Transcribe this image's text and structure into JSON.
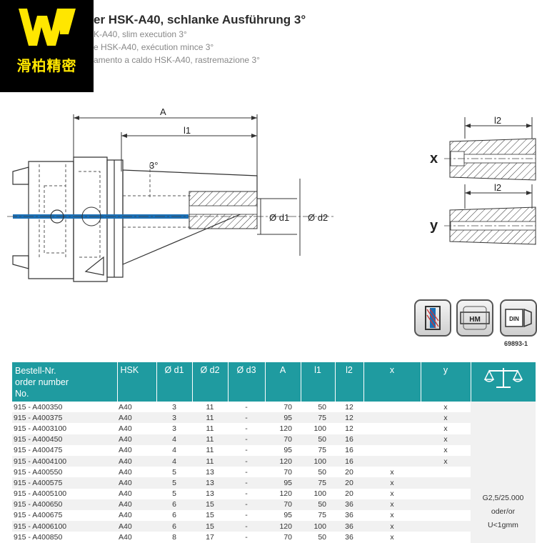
{
  "logo": {
    "text": "滑柏精密"
  },
  "header": {
    "title": "er HSK-A40, schlanke Ausführung 3°",
    "subtitles": [
      "K-A40, slim execution 3°",
      "e HSK-A40, exécution mince 3°",
      "amento a caldo HSK-A40, rastremazione 3°"
    ]
  },
  "drawing": {
    "labels": {
      "A": "A",
      "l1": "l1",
      "angle": "3°",
      "d1": "Ø d1",
      "d2": "Ø d2",
      "l2_x": "l2",
      "l2_y": "l2",
      "x": "x",
      "y": "y"
    }
  },
  "icons": [
    {
      "name": "shrink-fit-icon"
    },
    {
      "name": "hm-carbide-icon",
      "label": "HM"
    },
    {
      "name": "din-standard-icon",
      "label": "DIN"
    }
  ],
  "icon_code": "69893-1",
  "table": {
    "headers": [
      "Bestell-Nr.\norder number\nNo.",
      "HSK",
      "Ø d1",
      "Ø d2",
      "Ø d3",
      "A",
      "l1",
      "l2",
      "x",
      "y"
    ],
    "rows": [
      [
        "915 - A400350",
        "A40",
        "3",
        "11",
        "-",
        "70",
        "50",
        "12",
        "",
        "x"
      ],
      [
        "915 - A400375",
        "A40",
        "3",
        "11",
        "-",
        "95",
        "75",
        "12",
        "",
        "x"
      ],
      [
        "915 - A4003100",
        "A40",
        "3",
        "11",
        "-",
        "120",
        "100",
        "12",
        "",
        "x"
      ],
      [
        "915 - A400450",
        "A40",
        "4",
        "11",
        "-",
        "70",
        "50",
        "16",
        "",
        "x"
      ],
      [
        "915 - A400475",
        "A40",
        "4",
        "11",
        "-",
        "95",
        "75",
        "16",
        "",
        "x"
      ],
      [
        "915 - A4004100",
        "A40",
        "4",
        "11",
        "-",
        "120",
        "100",
        "16",
        "",
        "x"
      ],
      [
        "915 - A400550",
        "A40",
        "5",
        "13",
        "-",
        "70",
        "50",
        "20",
        "x",
        ""
      ],
      [
        "915 - A400575",
        "A40",
        "5",
        "13",
        "-",
        "95",
        "75",
        "20",
        "x",
        ""
      ],
      [
        "915 - A4005100",
        "A40",
        "5",
        "13",
        "-",
        "120",
        "100",
        "20",
        "x",
        ""
      ],
      [
        "915 - A400650",
        "A40",
        "6",
        "15",
        "-",
        "70",
        "50",
        "36",
        "x",
        ""
      ],
      [
        "915 - A400675",
        "A40",
        "6",
        "15",
        "-",
        "95",
        "75",
        "36",
        "x",
        ""
      ],
      [
        "915 - A4006100",
        "A40",
        "6",
        "15",
        "-",
        "120",
        "100",
        "36",
        "x",
        ""
      ],
      [
        "915 - A400850",
        "A40",
        "8",
        "17",
        "-",
        "70",
        "50",
        "36",
        "x",
        ""
      ]
    ],
    "side_note": [
      "G2,5/25.000",
      "oder/or",
      "U<1gmm"
    ]
  }
}
